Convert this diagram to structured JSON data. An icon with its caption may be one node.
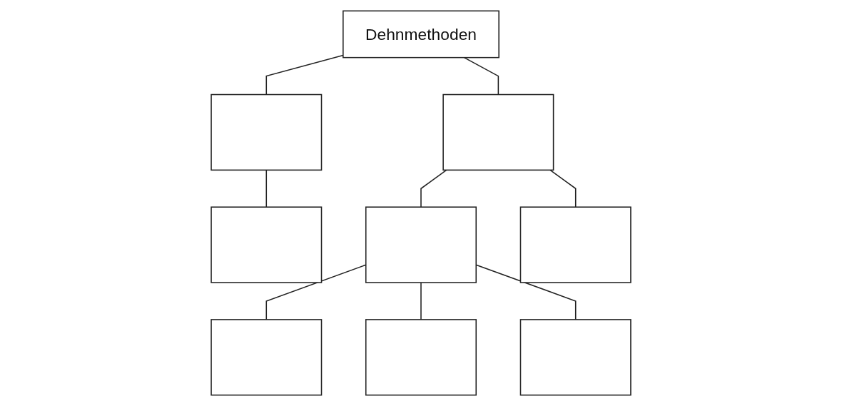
{
  "diagram": {
    "nodes": [
      {
        "text": [
          "Dehnmethoden"
        ]
      },
      {
        "text": [],
        "shape": "box"
      },
      {
        "text": [],
        "shape": "box"
      },
      {
        "text": [],
        "shape": "box"
      },
      {
        "text": [],
        "shape": "box"
      },
      {
        "text": [],
        "shape": "box"
      },
      {
        "text": [],
        "shape": "box"
      },
      {
        "text": [],
        "shape": "box"
      },
      {
        "text": [],
        "shape": "box"
      }
    ],
    "edges": [
      {
        "from": 0,
        "to": 1,
        "arrow": "none"
      },
      {
        "from": 0,
        "to": 2,
        "arrow": "none"
      },
      {
        "from": 1,
        "to": 3,
        "arrow": "none"
      },
      {
        "from": 2,
        "to": 4,
        "arrow": "none"
      },
      {
        "from": 2,
        "to": 5,
        "arrow": "none"
      },
      {
        "from": 4,
        "to": 6,
        "arrow": "none"
      },
      {
        "from": 4,
        "to": 7,
        "arrow": "none"
      },
      {
        "from": 4,
        "to": 8,
        "arrow": "none"
      }
    ]
  }
}
